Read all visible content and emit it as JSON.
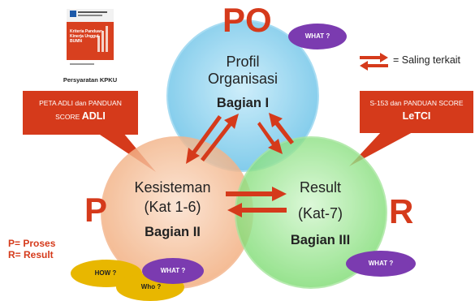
{
  "colors": {
    "circle_blue": "#8fd3ef",
    "circle_orange": "#f6c8a5",
    "circle_green": "#a8e8a1",
    "red": "#d53a1b",
    "purple": "#7b3bb0",
    "yellow": "#e8b700"
  },
  "book": {
    "title_lines": [
      "Kriteria Panduan",
      "Kinerja Unggul",
      "BUMN"
    ],
    "caption": "Persyaratan KPKU"
  },
  "labels": {
    "po": "PO",
    "p": "P",
    "r": "R"
  },
  "legend": {
    "p_def": "P= Proses",
    "r_def": "R= Result",
    "arrows_text": "= Saling terkait"
  },
  "circles": {
    "profil": {
      "line1": "Profil",
      "line2": "Organisasi",
      "part": "Bagian I"
    },
    "kesisteman": {
      "line1": "Kesisteman",
      "line2": "(Kat 1-6)",
      "part": "Bagian II"
    },
    "result": {
      "line1": "Result",
      "line2": "(Kat-7)",
      "part": "Bagian III"
    }
  },
  "callouts": {
    "left": {
      "line1": "PETA ADLI dan PANDUAN",
      "line2_prefix": "SCORE ",
      "line2_bold": "ADLI"
    },
    "right": {
      "line1": "S-153 dan PANDUAN SCORE",
      "line2": "LeTCI"
    }
  },
  "bubbles": {
    "what_top": "WHAT ?",
    "what_mid": "WHAT ?",
    "what_right": "WHAT ?",
    "how": "HOW ?",
    "who": "Who ?"
  }
}
